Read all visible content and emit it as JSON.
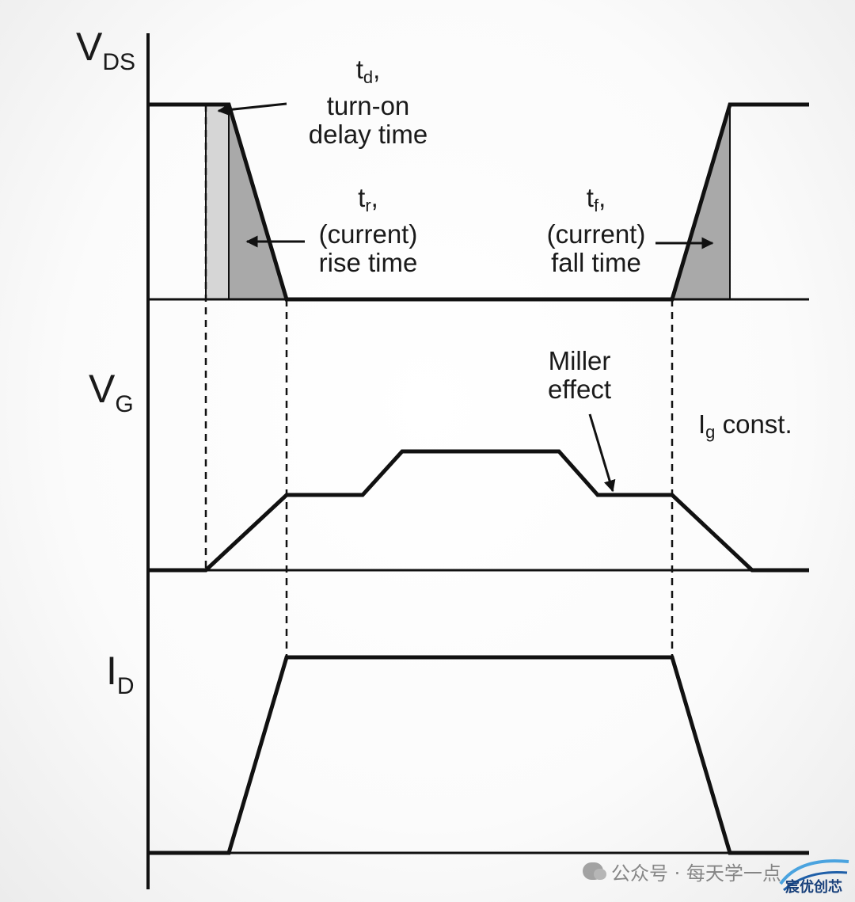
{
  "labels": {
    "vds": {
      "main": "V",
      "sub": "DS"
    },
    "vg": {
      "main": "V",
      "sub": "G"
    },
    "id": {
      "main": "I",
      "sub": "D"
    }
  },
  "annotations": {
    "td": {
      "sym": "t",
      "sub": "d",
      "suffix": ",",
      "line2": "turn-on",
      "line3": "delay time"
    },
    "tr": {
      "sym": "t",
      "sub": "r",
      "suffix": ",",
      "line2": "(current)",
      "line3": "rise time"
    },
    "tf": {
      "sym": "t",
      "sub": "f",
      "suffix": ",",
      "line2": "(current)",
      "line3": "fall time"
    },
    "miller": {
      "line1": "Miller",
      "line2": "effect"
    },
    "ig": {
      "sym": "I",
      "sub": "g",
      "rest": " const."
    }
  },
  "watermark": {
    "text": "公众号 · 每天学一点",
    "logo_text": "宸优创芯",
    "icon": "wechat-icon"
  },
  "colors": {
    "line": "#111111",
    "shade_dark": "#a9a9a9",
    "shade_light": "#d6d6d6"
  }
}
